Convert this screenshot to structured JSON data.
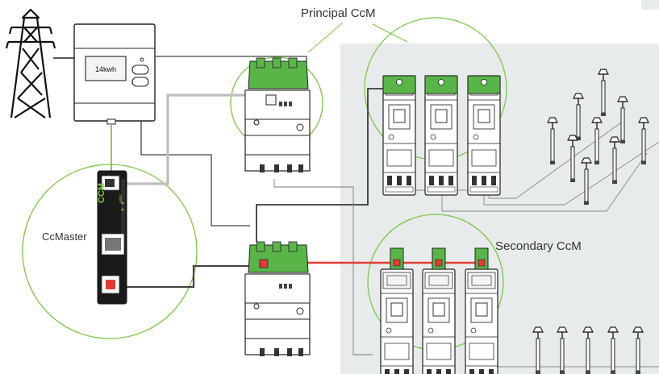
{
  "labels": {
    "principal": "Principal CcM",
    "secondary": "Secondary CcM",
    "ccmaster": "CcMaster",
    "meter_reading": "14kwh",
    "brand": "CCM",
    "brand_suffix": "aster"
  },
  "colors": {
    "background_panel": "#e8ebec",
    "accent_green": "#7ac943",
    "module_green": "#59b548",
    "wire_dark": "#3a3a3a",
    "wire_gray": "#b5b5b5",
    "wire_red": "#e53935"
  },
  "icons": {
    "pylon": "transmission-tower-icon",
    "meter": "energy-meter-icon",
    "lamp": "street-lamp-icon"
  }
}
